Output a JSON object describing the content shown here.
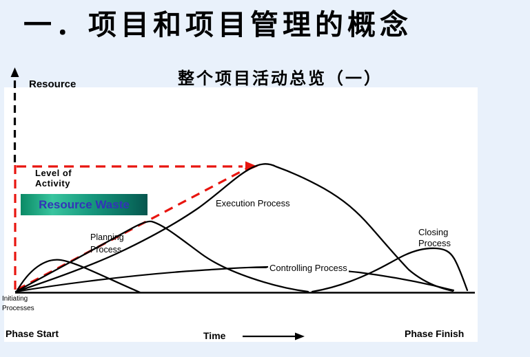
{
  "slide": {
    "title": "一．项目和项目管理的概念",
    "chart_subtitle": "整个项目活动总览（一）"
  },
  "figure": {
    "y_axis_label": "Resource",
    "level_of_activity_label": "Level of\nActivity",
    "resource_waste_label": "Resource Waste",
    "labels": {
      "initiating": "Initiating\nProcesses",
      "planning": "Planning\nProcess",
      "execution": "Execution Process",
      "controlling": "Controlling Process",
      "closing": "Closing\nProcess"
    },
    "x_axis": {
      "start_label": "Phase Start",
      "time_label": "Time",
      "finish_label": "Phase Finish"
    },
    "colors": {
      "background": "#e9f1fb",
      "panel": "#ffffff",
      "guide_red": "#e8150f",
      "curve_black": "#000000",
      "waste_box_gradient_left": "#0b8a66",
      "waste_box_gradient_mid": "#38c49e",
      "waste_box_gradient_right": "#07564e",
      "waste_text": "#3333b8"
    }
  },
  "chart_data": {
    "type": "line",
    "title": "整个项目活动总览（一）",
    "xlabel": "Time",
    "ylabel": "Resource (Level of Activity)",
    "x_axis_range": [
      "Phase Start",
      "Phase Finish"
    ],
    "y_axis_numeric": false,
    "grid": false,
    "legend_position": "inline-labels-on-curves",
    "annotations": [
      "Level of Activity",
      "Resource Waste"
    ],
    "series": [
      {
        "name": "Initiating Processes",
        "style": "solid black",
        "points_pct_time_vs_activity": [
          [
            0,
            0
          ],
          [
            6,
            18
          ],
          [
            10,
            25
          ],
          [
            18,
            10
          ],
          [
            27,
            0
          ]
        ]
      },
      {
        "name": "Planning Process",
        "style": "solid black",
        "points_pct_time_vs_activity": [
          [
            0,
            0
          ],
          [
            15,
            28
          ],
          [
            29,
            55
          ],
          [
            40,
            35
          ],
          [
            52,
            12
          ],
          [
            63,
            0
          ]
        ]
      },
      {
        "name": "Execution Process",
        "style": "solid black",
        "points_pct_time_vs_activity": [
          [
            0,
            0
          ],
          [
            15,
            20
          ],
          [
            33,
            49
          ],
          [
            45,
            85
          ],
          [
            54,
            100
          ],
          [
            66,
            80
          ],
          [
            76,
            58
          ],
          [
            82,
            30
          ],
          [
            89,
            10
          ],
          [
            95,
            0
          ]
        ]
      },
      {
        "name": "Controlling Process",
        "style": "solid black",
        "points_pct_time_vs_activity": [
          [
            0,
            0
          ],
          [
            20,
            14
          ],
          [
            39,
            19
          ],
          [
            54,
            20
          ],
          [
            70,
            16
          ],
          [
            85,
            8
          ],
          [
            95,
            0
          ]
        ]
      },
      {
        "name": "Closing Process",
        "style": "solid black",
        "points_pct_time_vs_activity": [
          [
            65,
            0
          ],
          [
            75,
            8
          ],
          [
            83,
            26
          ],
          [
            92,
            34
          ],
          [
            96,
            20
          ],
          [
            98,
            0
          ]
        ]
      }
    ],
    "guides": [
      {
        "name": "resource-level-diagonal",
        "style": "dashed red",
        "from_pct": [
          0,
          0
        ],
        "to_pct": [
          52,
          100
        ]
      },
      {
        "name": "peak-level-horizontal",
        "style": "dashed red, right arrow",
        "from_pct": [
          0,
          100
        ],
        "to_pct": [
          52,
          100
        ]
      },
      {
        "name": "y-axis",
        "style": "dashed black, up arrow",
        "orientation": "vertical"
      }
    ]
  }
}
